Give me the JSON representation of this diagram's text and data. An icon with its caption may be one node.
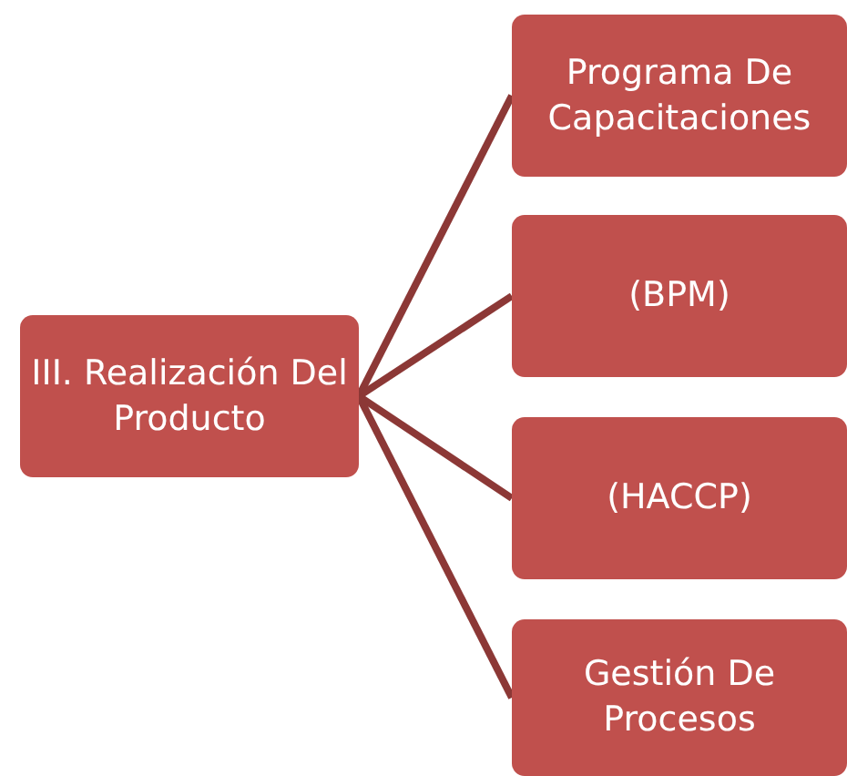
{
  "diagram": {
    "nodes": [
      {
        "text": [
          "III. Realización Del Producto"
        ]
      },
      {
        "text": [
          "Programa De Capacitaciones"
        ]
      },
      {
        "text": [
          "(BPM)"
        ]
      },
      {
        "text": [
          "(HACCP)"
        ]
      },
      {
        "text": [
          "Gestión De Procesos"
        ]
      }
    ],
    "edges": [
      {
        "from": 0,
        "to": 1,
        "arrow": "none"
      },
      {
        "from": 0,
        "to": 2,
        "arrow": "none"
      },
      {
        "from": 0,
        "to": 3,
        "arrow": "none"
      },
      {
        "from": 0,
        "to": 4,
        "arrow": "none"
      }
    ]
  }
}
